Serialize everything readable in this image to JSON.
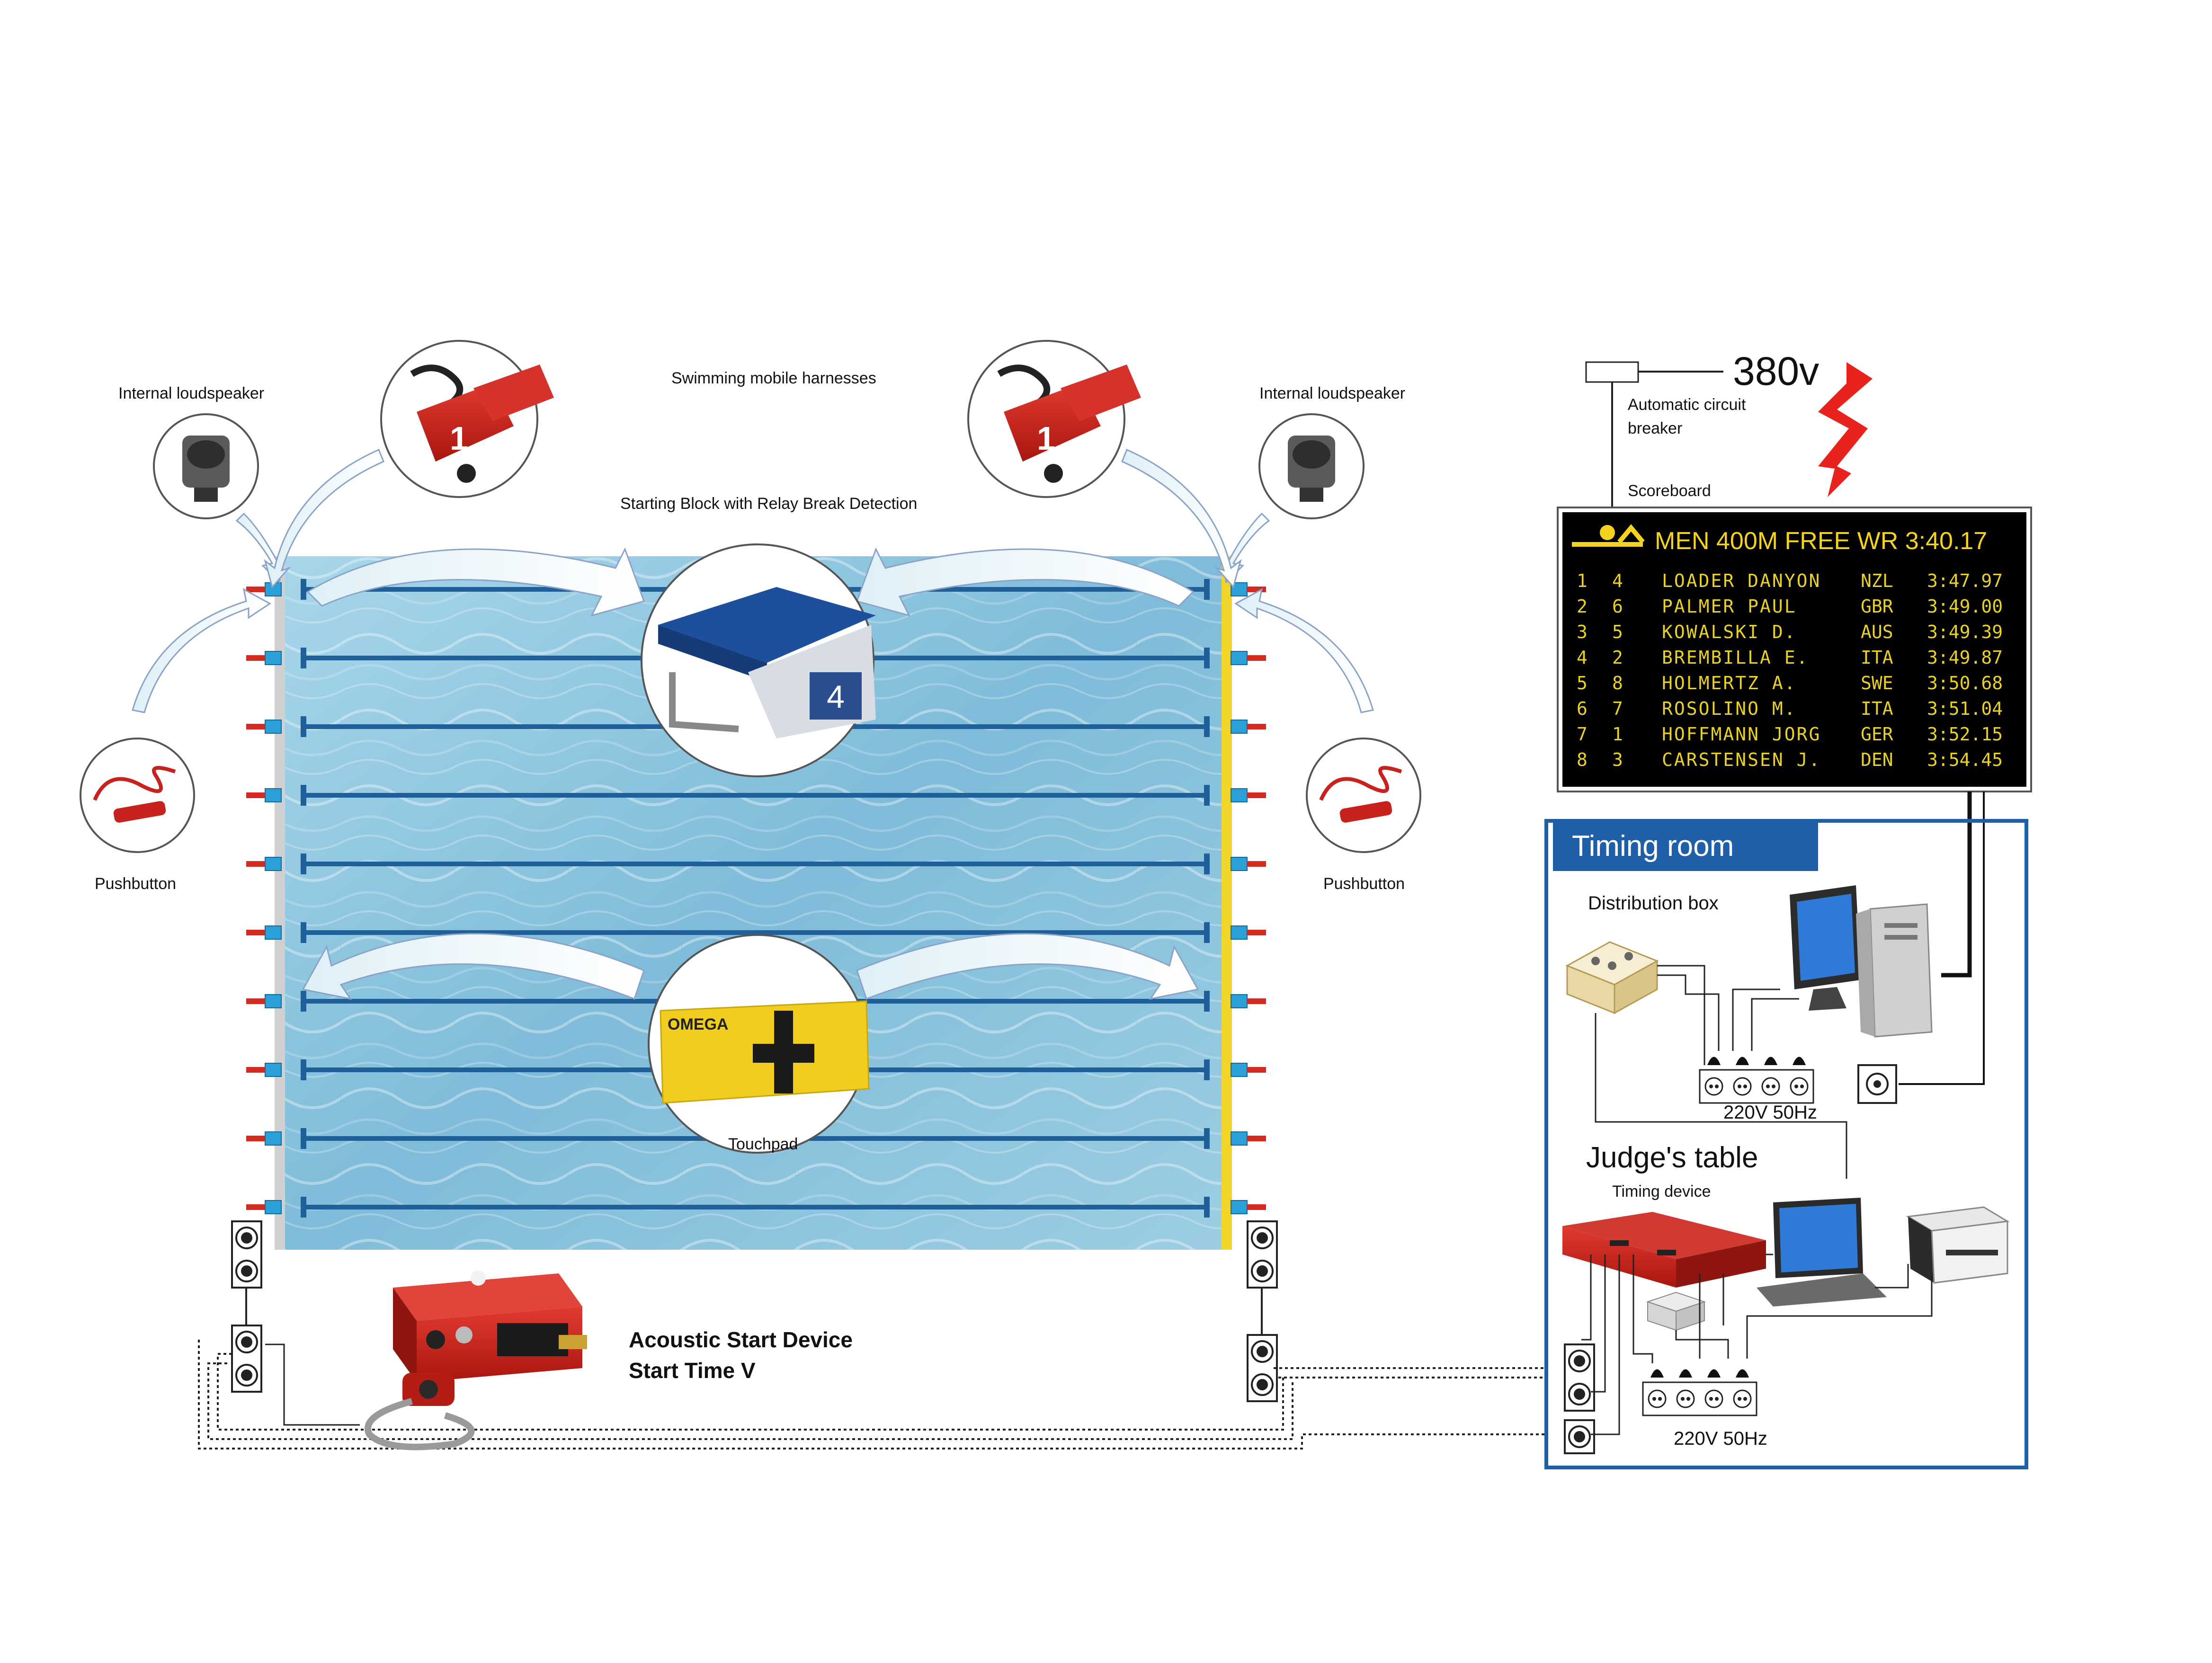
{
  "labels": {
    "internal_loudspeaker_left": "Internal loudspeaker",
    "internal_loudspeaker_right": "Internal loudspeaker",
    "harnesses": "Swimming  mobile harnesses",
    "starting_block": "Starting Block with Relay Break Detection",
    "pushbutton_left": "Pushbutton",
    "pushbutton_right": "Pushbutton",
    "touchpad": "Touchpad",
    "touchpad_brand": "OMEGA",
    "acoustic_line1": "Acoustic Start Device",
    "acoustic_line2": "Start Time V",
    "voltage": "380v",
    "breaker_line1": "Automatic circuit",
    "breaker_line2": "breaker",
    "scoreboard": "Scoreboard",
    "timing_room": "Timing room",
    "distribution_box": "Distribution box",
    "power_top": "220V  50Hz",
    "judges_table": "Judge's table",
    "timing_device": "Timing device",
    "power_bottom": "220V  50Hz",
    "block_number": "4",
    "harness_number": "1"
  },
  "scoreboard": {
    "header": "MEN 400M FREE WR 3:40.17",
    "rows": [
      {
        "place": "1",
        "lane": "4",
        "name": "LOADER DANYON",
        "nation": "NZL",
        "time": "3:47.97"
      },
      {
        "place": "2",
        "lane": "6",
        "name": "PALMER PAUL",
        "nation": "GBR",
        "time": "3:49.00"
      },
      {
        "place": "3",
        "lane": "5",
        "name": "KOWALSKI D.",
        "nation": "AUS",
        "time": "3:49.39"
      },
      {
        "place": "4",
        "lane": "2",
        "name": "BREMBILLA E.",
        "nation": "ITA",
        "time": "3:49.87"
      },
      {
        "place": "5",
        "lane": "8",
        "name": "HOLMERTZ A.",
        "nation": "SWE",
        "time": "3:50.68"
      },
      {
        "place": "6",
        "lane": "7",
        "name": "ROSOLINO M.",
        "nation": "ITA",
        "time": "3:51.04"
      },
      {
        "place": "7",
        "lane": "1",
        "name": "HOFFMANN JORG",
        "nation": "GER",
        "time": "3:52.15"
      },
      {
        "place": "8",
        "lane": "3",
        "name": "CARSTENSEN J.",
        "nation": "DEN",
        "time": "3:54.45"
      }
    ]
  },
  "colors": {
    "pool_water": "#8ec6df",
    "lane_rope": "#1f5f9a",
    "timing_room_border": "#1f5fa7",
    "scoreboard_text": "#f4d320",
    "device_red": "#c8221e",
    "lightning": "#e8221c"
  }
}
